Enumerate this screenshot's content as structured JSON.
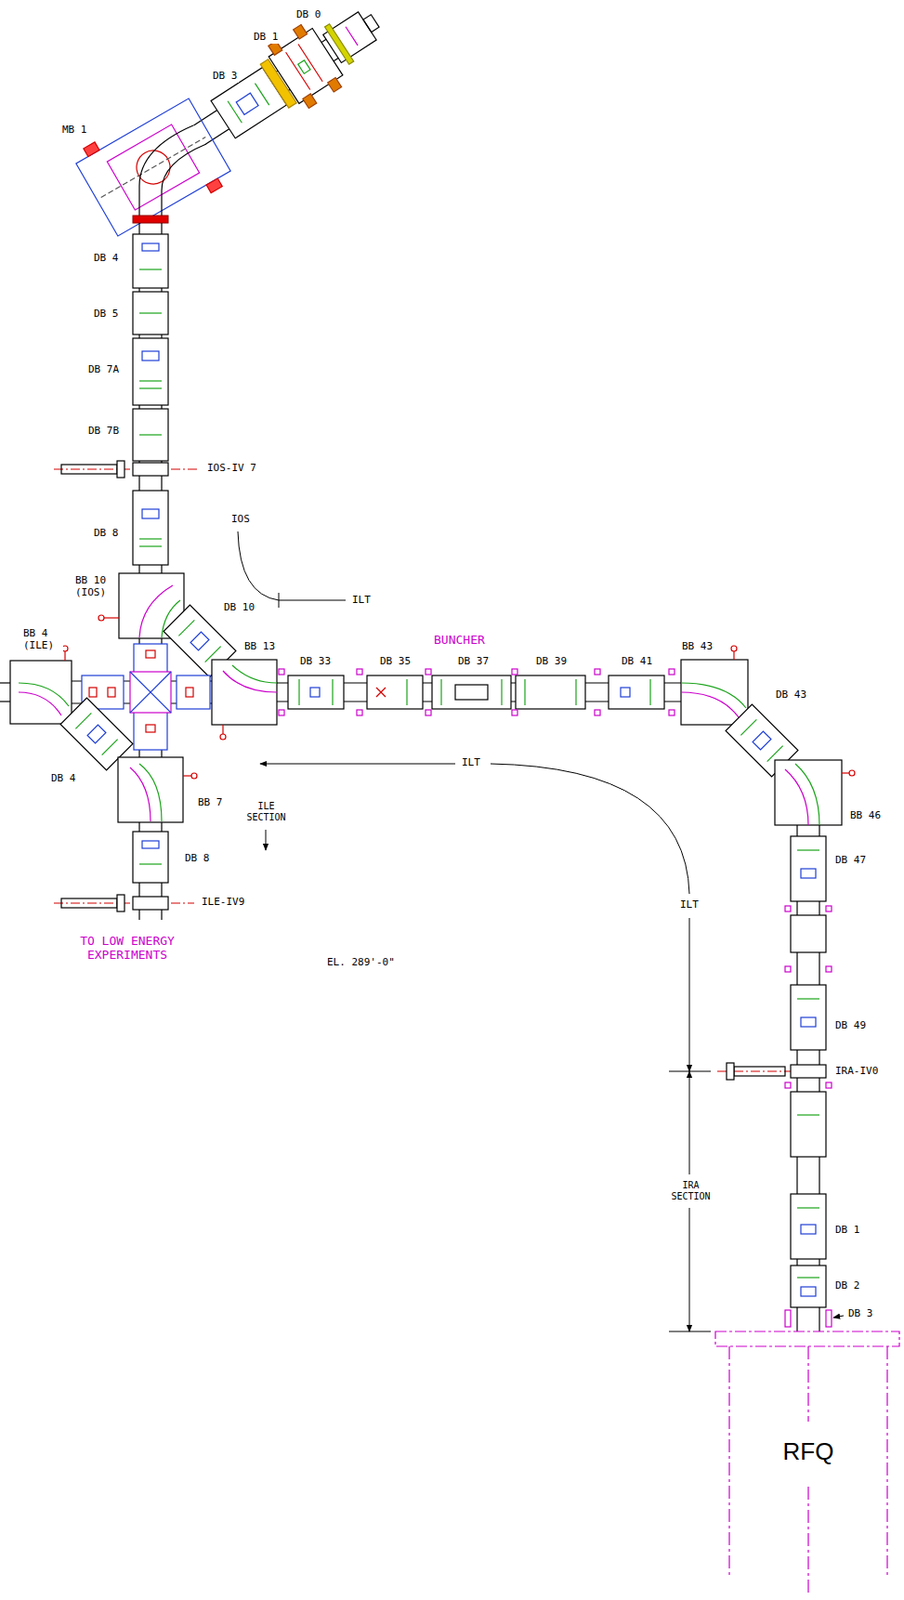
{
  "diagram": {
    "nodes": [
      {
        "text": [
          "RFQ"
        ]
      }
    ],
    "labels": [
      "DB 1",
      "DB 0",
      "DB 3",
      "MB 1",
      "DB 4",
      "DB 5",
      "DB 7A",
      "DB 7B",
      "IOS-IV 7",
      "IOS",
      "DB 8",
      "ILT",
      "BB 10 (IOS)",
      "DB 10",
      "BB 13",
      "DB 33",
      "BUNCHER",
      "DB 35",
      "DB 37",
      "DB 39",
      "DB 41",
      "BB 43",
      "DB 43",
      "BB 4 (ILE)",
      "DB 4",
      "BB 7",
      "ILT",
      "ILE SECTION",
      "DB 8",
      "ILE-IV9",
      "TO LOW ENERGY EXPERIMENTS",
      "EL. 289'-0\"",
      "BB 46",
      "DB 47",
      "ILT",
      "DB 49",
      "IRA-IV0",
      "IRA SECTION",
      "DB 1",
      "DB 2",
      "DB 3"
    ]
  }
}
